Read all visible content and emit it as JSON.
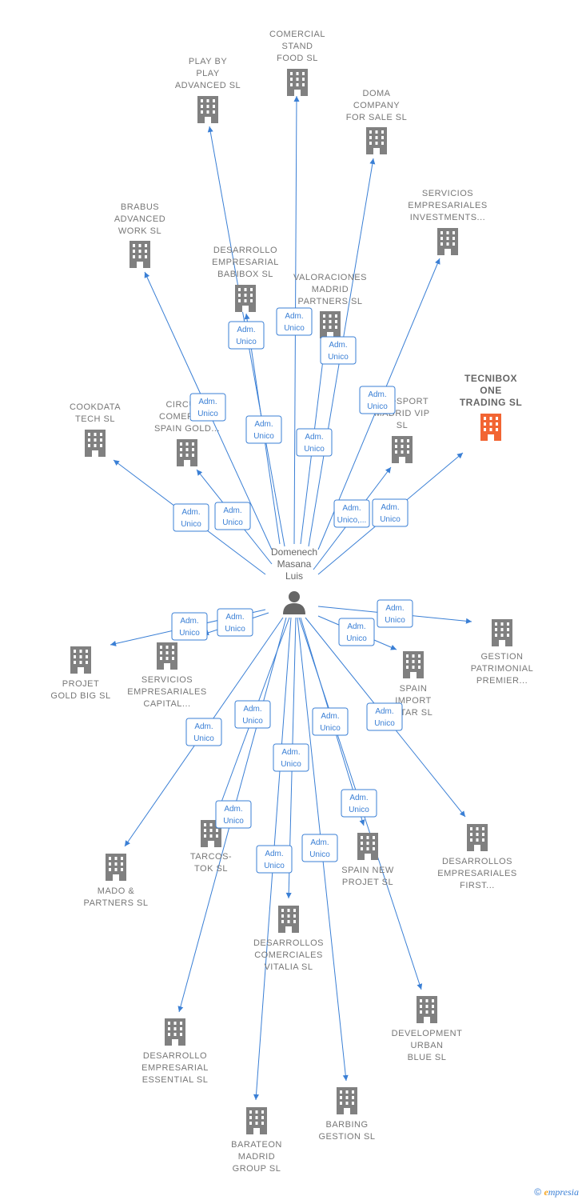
{
  "colors": {
    "edge": "#3a7fd5",
    "company": "#808080",
    "highlight": "#f26533",
    "person": "#666666"
  },
  "person": {
    "name_lines": [
      "Domenech",
      "Masana",
      "Luis"
    ],
    "icon": "person-icon"
  },
  "companies": [
    {
      "id": "comercial-stand",
      "lines": [
        "COMERCIAL",
        "STAND",
        "FOOD SL"
      ],
      "highlight": false
    },
    {
      "id": "play-by-play",
      "lines": [
        "PLAY BY",
        "PLAY",
        "ADVANCED  SL"
      ],
      "highlight": false
    },
    {
      "id": "doma-company",
      "lines": [
        "DOMA",
        "COMPANY",
        "FOR SALE SL"
      ],
      "highlight": false
    },
    {
      "id": "servicios-investments",
      "lines": [
        "SERVICIOS",
        "EMPRESARIALES",
        "INVESTMENTS..."
      ],
      "highlight": false
    },
    {
      "id": "brabus",
      "lines": [
        "BRABUS",
        "ADVANCED",
        "WORK  SL"
      ],
      "highlight": false
    },
    {
      "id": "desarrollo-babibox",
      "lines": [
        "DESARROLLO",
        "EMPRESARIAL",
        "BABIBOX  SL"
      ],
      "highlight": false
    },
    {
      "id": "valoraciones",
      "lines": [
        "VALORACIONES",
        "MADRID",
        "PARTNERS  SL"
      ],
      "highlight": false
    },
    {
      "id": "tecnibox",
      "lines": [
        "TECNIBOX",
        "ONE",
        "TRADING  SL"
      ],
      "highlight": true
    },
    {
      "id": "cookdata",
      "lines": [
        "COOKDATA",
        "TECH  SL"
      ],
      "highlight": false
    },
    {
      "id": "circulo",
      "lines": [
        "CIRCULO",
        "COMERCIAL",
        "SPAIN GOLD..."
      ],
      "highlight": false
    },
    {
      "id": "madsport",
      "lines": [
        "MADSPORT",
        "MADRID VIP",
        "SL"
      ],
      "highlight": false
    },
    {
      "id": "projet-gold",
      "lines": [
        "PROJET",
        "GOLD BIG  SL"
      ],
      "highlight": false
    },
    {
      "id": "servicios-capital",
      "lines": [
        "SERVICIOS",
        "EMPRESARIALES",
        "CAPITAL..."
      ],
      "highlight": false
    },
    {
      "id": "gestion-patrimonial",
      "lines": [
        "GESTION",
        "PATRIMONIAL",
        "PREMIER..."
      ],
      "highlight": false
    },
    {
      "id": "spain-import",
      "lines": [
        "SPAIN",
        "IMPORT",
        "STAR  SL"
      ],
      "highlight": false
    },
    {
      "id": "desarrollos-first",
      "lines": [
        "DESARROLLOS",
        "EMPRESARIALES",
        "FIRST..."
      ],
      "highlight": false
    },
    {
      "id": "tarcos-tok",
      "lines": [
        "TARCOS-",
        "TOK  SL"
      ],
      "highlight": false
    },
    {
      "id": "mado-partners",
      "lines": [
        "MADO &",
        "PARTNERS  SL"
      ],
      "highlight": false
    },
    {
      "id": "spain-new-projet",
      "lines": [
        "SPAIN NEW",
        "PROJET  SL"
      ],
      "highlight": false
    },
    {
      "id": "desarrollos-vitalia",
      "lines": [
        "DESARROLLOS",
        "COMERCIALES",
        "VITALIA  SL"
      ],
      "highlight": false
    },
    {
      "id": "development-urban",
      "lines": [
        "DEVELOPMENT",
        "URBAN",
        "BLUE SL"
      ],
      "highlight": false
    },
    {
      "id": "desarrollo-essential",
      "lines": [
        "DESARROLLO",
        "EMPRESARIAL",
        "ESSENTIAL  SL"
      ],
      "highlight": false
    },
    {
      "id": "barbing",
      "lines": [
        "BARBING",
        "GESTION SL"
      ],
      "highlight": false
    },
    {
      "id": "barateon",
      "lines": [
        "BARATEON",
        "MADRID",
        "GROUP  SL"
      ],
      "highlight": false
    }
  ],
  "relations": [
    {
      "to": "comercial-stand",
      "lines": [
        "Adm.",
        "Unico"
      ]
    },
    {
      "to": "play-by-play",
      "lines": [
        "Adm.",
        "Unico"
      ]
    },
    {
      "to": "doma-company",
      "lines": [
        "Adm.",
        "Unico"
      ]
    },
    {
      "to": "servicios-investments",
      "lines": [
        "Adm.",
        "Unico"
      ]
    },
    {
      "to": "brabus",
      "lines": [
        "Adm.",
        "Unico"
      ]
    },
    {
      "to": "desarrollo-babibox",
      "lines": [
        "Adm.",
        "Unico"
      ]
    },
    {
      "to": "valoraciones",
      "lines": [
        "Adm.",
        "Unico"
      ]
    },
    {
      "to": "tecnibox",
      "lines": [
        "Adm.",
        "Unico"
      ]
    },
    {
      "to": "cookdata",
      "lines": [
        "Adm.",
        "Unico"
      ]
    },
    {
      "to": "circulo",
      "lines": [
        "Adm.",
        "Unico"
      ]
    },
    {
      "to": "madsport",
      "lines": [
        "Adm.",
        "Unico,..."
      ]
    },
    {
      "to": "projet-gold",
      "lines": [
        "Adm.",
        "Unico"
      ]
    },
    {
      "to": "servicios-capital",
      "lines": [
        "Adm.",
        "Unico"
      ]
    },
    {
      "to": "gestion-patrimonial",
      "lines": [
        "Adm.",
        "Unico"
      ]
    },
    {
      "to": "spain-import",
      "lines": [
        "Adm.",
        "Unico"
      ]
    },
    {
      "to": "desarrollos-first",
      "lines": [
        "Adm.",
        "Unico"
      ]
    },
    {
      "to": "tarcos-tok",
      "lines": [
        "Adm.",
        "Unico"
      ]
    },
    {
      "to": "mado-partners",
      "lines": [
        "Adm.",
        "Unico"
      ]
    },
    {
      "to": "spain-new-projet",
      "lines": [
        "Adm.",
        "Unico"
      ]
    },
    {
      "to": "desarrollos-vitalia",
      "lines": [
        "Adm.",
        "Unico"
      ]
    },
    {
      "to": "development-urban",
      "lines": [
        "Adm.",
        "Unico"
      ]
    },
    {
      "to": "desarrollo-essential",
      "lines": [
        "Adm.",
        "Unico"
      ]
    },
    {
      "to": "barbing",
      "lines": [
        "Adm.",
        "Unico"
      ]
    },
    {
      "to": "barateon",
      "lines": [
        "Adm.",
        "Unico"
      ]
    }
  ],
  "footer": {
    "copyright": "©",
    "brand_first": "e",
    "brand_rest": "mpresia"
  }
}
